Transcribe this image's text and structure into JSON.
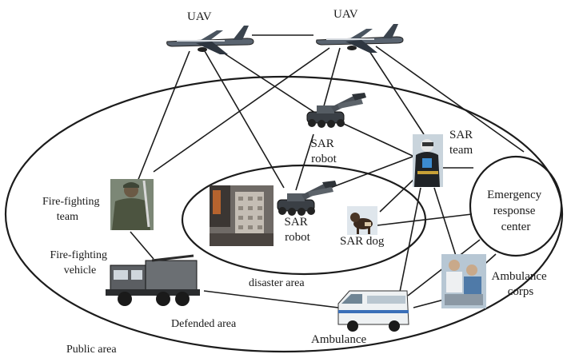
{
  "labels": {
    "uav_left": "UAV",
    "uav_right": "UAV",
    "sar_robot_top": [
      "SAR",
      "robot"
    ],
    "sar_robot_bottom": [
      "SAR",
      "robot"
    ],
    "sar_team": [
      "SAR",
      "team"
    ],
    "sar_dog": "SAR dog",
    "fire_team": [
      "Fire-fighting",
      "team"
    ],
    "fire_vehicle": [
      "Fire-fighting",
      "vehicle"
    ],
    "emergency_center": [
      "Emergency",
      "response",
      "center"
    ],
    "ambulance": "Ambulance",
    "ambulance_corps": [
      "Ambulance",
      "corps"
    ],
    "disaster_area": "disaster area",
    "defended_area": "Defended area",
    "public_area": "Public area"
  },
  "icons": [
    "uav-icon",
    "sar-robot-icon",
    "sar-team-photo",
    "sar-dog-photo",
    "fire-fighting-team-photo",
    "fire-fighting-vehicle-icon",
    "building-photo",
    "ambulance-icon",
    "ambulance-corps-photo"
  ],
  "colors": {
    "line": "#1c1c1c",
    "background": "#ffffff"
  }
}
